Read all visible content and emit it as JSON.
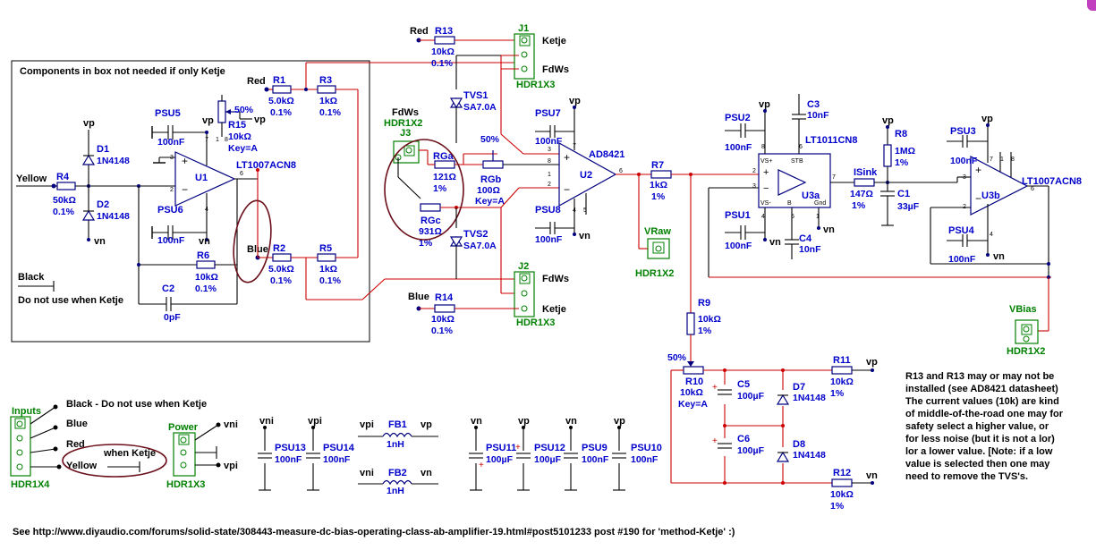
{
  "box_title": "Components in box not needed if only Ketje",
  "rails": {
    "vp": "vp",
    "vn": "vn",
    "vpi": "vpi",
    "vni": "vni"
  },
  "wires": {
    "yellow": "Yellow",
    "red": "Red",
    "blue": "Blue",
    "black": "Black"
  },
  "do_not_use": "Do not use when Ketje",
  "black_note": "Black - Do not use when Ketje",
  "when_ketje": "when Ketje",
  "resistors": {
    "R1": {
      "ref": "R1",
      "val": "5.0kΩ",
      "tol": "0.1%"
    },
    "R2": {
      "ref": "R2",
      "val": "5.0kΩ",
      "tol": "0.1%"
    },
    "R3": {
      "ref": "R3",
      "val": "1kΩ",
      "tol": "0.1%"
    },
    "R4": {
      "ref": "R4",
      "val": "50kΩ",
      "tol": "0.1%"
    },
    "R5": {
      "ref": "R5",
      "val": "1kΩ",
      "tol": "0.1%"
    },
    "R6": {
      "ref": "R6",
      "val": "10kΩ",
      "tol": "0.1%"
    },
    "R7": {
      "ref": "R7",
      "val": "1kΩ",
      "tol": "1%"
    },
    "R8": {
      "ref": "R8",
      "val": "1MΩ",
      "tol": "1%"
    },
    "R9": {
      "ref": "R9",
      "val": "10kΩ",
      "tol": "1%"
    },
    "R10": {
      "ref": "R10",
      "val": "10kΩ",
      "key": "Key=A"
    },
    "R11": {
      "ref": "R11",
      "val": "10kΩ",
      "tol": "1%"
    },
    "R12": {
      "ref": "R12",
      "val": "10kΩ",
      "tol": "1%"
    },
    "R13": {
      "ref": "R13",
      "val": "10kΩ",
      "tol": "0.1%"
    },
    "R14": {
      "ref": "R14",
      "val": "10kΩ",
      "tol": "0.1%"
    },
    "R15": {
      "ref": "R15",
      "val": "10kΩ",
      "key": "Key=A",
      "pct": "50%"
    },
    "RGa": {
      "ref": "RGa",
      "val": "121Ω",
      "tol": "1%"
    },
    "RGb": {
      "ref": "RGb",
      "val": "100Ω",
      "key": "Key=A",
      "pct": "50%"
    },
    "RGc": {
      "ref": "RGc",
      "val": "931Ω",
      "tol": "1%"
    },
    "ISink": {
      "ref": "ISink",
      "val": "147Ω",
      "tol": "1%"
    },
    "R10pct": "50%"
  },
  "caps": {
    "C1": {
      "ref": "C1",
      "val": "33µF"
    },
    "C2": {
      "ref": "C2",
      "val": "0pF"
    },
    "C3": {
      "ref": "C3",
      "val": "10nF"
    },
    "C4": {
      "ref": "C4",
      "val": "10nF"
    },
    "C5": {
      "ref": "C5",
      "val": "100µF"
    },
    "C6": {
      "ref": "C6",
      "val": "100µF"
    },
    "PSU1": {
      "ref": "PSU1",
      "val": "100nF"
    },
    "PSU2": {
      "ref": "PSU2",
      "val": "100nF"
    },
    "PSU3": {
      "ref": "PSU3",
      "val": "100nF"
    },
    "PSU4": {
      "ref": "PSU4",
      "val": "100nF"
    },
    "PSU5": {
      "ref": "PSU5",
      "val": "100nF"
    },
    "PSU6": {
      "ref": "PSU6",
      "val": "100nF"
    },
    "PSU7": {
      "ref": "PSU7",
      "val": "100nF"
    },
    "PSU8": {
      "ref": "PSU8",
      "val": "100nF"
    },
    "PSU9": {
      "ref": "PSU9",
      "val": "100nF"
    },
    "PSU10": {
      "ref": "PSU10",
      "val": "100nF"
    },
    "PSU11": {
      "ref": "PSU11",
      "val": "100µF"
    },
    "PSU12": {
      "ref": "PSU12",
      "val": "100µF"
    },
    "PSU13": {
      "ref": "PSU13",
      "val": "100nF"
    },
    "PSU14": {
      "ref": "PSU14",
      "val": "100nF"
    }
  },
  "diodes": {
    "D1": {
      "ref": "D1",
      "val": "1N4148"
    },
    "D2": {
      "ref": "D2",
      "val": "1N4148"
    },
    "D7": {
      "ref": "D7",
      "val": "1N4148"
    },
    "D8": {
      "ref": "D8",
      "val": "1N4148"
    },
    "TVS1": {
      "ref": "TVS1",
      "val": "SA7.0A"
    },
    "TVS2": {
      "ref": "TVS2",
      "val": "SA7.0A"
    }
  },
  "ferrites": {
    "FB1": {
      "ref": "FB1",
      "val": "1nH"
    },
    "FB2": {
      "ref": "FB2",
      "val": "1nH"
    }
  },
  "ics": {
    "U1": {
      "ref": "U1",
      "part": "LT1007ACN8"
    },
    "U2": {
      "ref": "U2",
      "part": "AD8421"
    },
    "U3a": {
      "ref": "U3a",
      "part": "LT1011CN8"
    },
    "U3b": {
      "ref": "U3b",
      "part": "LT1007ACN8"
    }
  },
  "u3a_pins": {
    "vs_plus": "VS+",
    "vs_minus": "VS-",
    "stb": "STB",
    "b": "B",
    "gnd": "Gnd"
  },
  "headers": {
    "J1": {
      "ref": "J1",
      "part": "HDR1X3",
      "pin1": "Ketje",
      "pin2": "FdWs"
    },
    "J2": {
      "ref": "J2",
      "part": "HDR1X3",
      "pin1": "FdWs",
      "pin2": "Ketje"
    },
    "J3": {
      "ref": "J3",
      "part": "HDR1X2",
      "label": "FdWs"
    },
    "VRaw": {
      "ref": "VRaw",
      "part": "HDR1X2"
    },
    "VBias": {
      "ref": "VBias",
      "part": "HDR1X2"
    },
    "Inputs": {
      "ref": "Inputs",
      "part": "HDR1X4"
    },
    "Power": {
      "ref": "Power",
      "part": "HDR1X3"
    }
  },
  "note": [
    "R13 and R13 may or may not be",
    "installed (see AD8421 datasheet)",
    "The current values (10k) are kind",
    "of middle-of-the-road one may for",
    "safety select a higher value, or",
    "for less noise (but it is not a lor)",
    "lor a lower value. [Note: if a low",
    "value is selected then one may",
    "need to remove the TVS's."
  ],
  "footer": "See http://www.diyaudio.com/forums/solid-state/308443-measure-dc-bias-operating-class-ab-amplifier-19.html#post5101233 post #190 for 'method-Ketje' :)",
  "pins": {
    "p1": "1",
    "p2": "2",
    "p3": "3",
    "p4": "4",
    "p5": "5",
    "p6": "6",
    "p7": "7",
    "p8": "8"
  }
}
